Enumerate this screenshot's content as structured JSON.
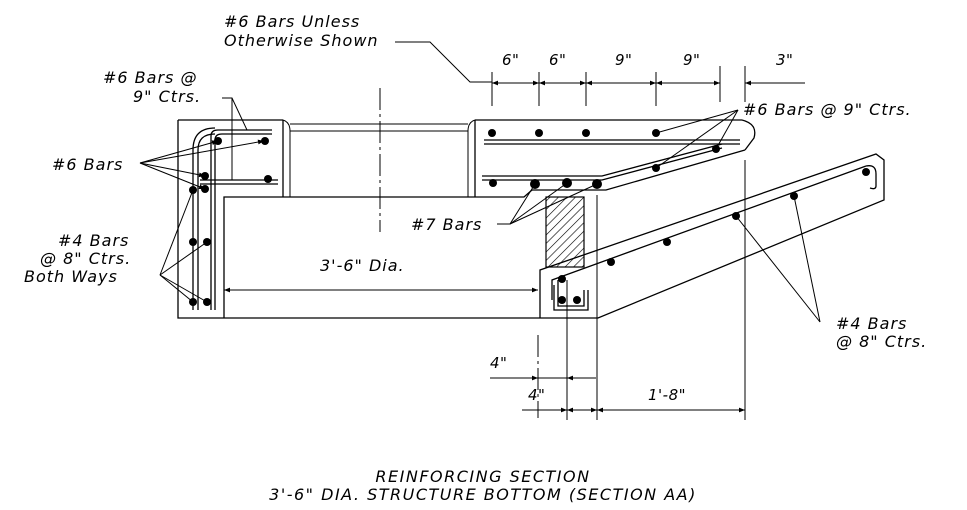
{
  "labels": {
    "bars_unless_1": "#6 Bars Unless",
    "bars_unless_2": "Otherwise Shown",
    "top_left_1": "#6 Bars @",
    "top_left_2": "9\" Ctrs.",
    "six_bars": "#6 Bars",
    "four_bars_1": "#4 Bars",
    "four_bars_2": "@ 8\" Ctrs.",
    "four_bars_3": "Both Ways",
    "right_bars": "#6 Bars @ 9\" Ctrs.",
    "seven_bars": "#7 Bars",
    "diameter": "3'-6\" Dia.",
    "four_bars_right_1": "#4 Bars",
    "four_bars_right_2": "@ 8\" Ctrs."
  },
  "dimensions": {
    "top": [
      "6\"",
      "6\"",
      "9\"",
      "9\"",
      "3\""
    ],
    "four_in_upper": "4\"",
    "four_in_lower": "4\"",
    "one_ft_eight": "1'-8\""
  },
  "title": {
    "line1": "REINFORCING SECTION",
    "line2": "3'-6\" DIA. STRUCTURE BOTTOM (SECTION AA)"
  }
}
